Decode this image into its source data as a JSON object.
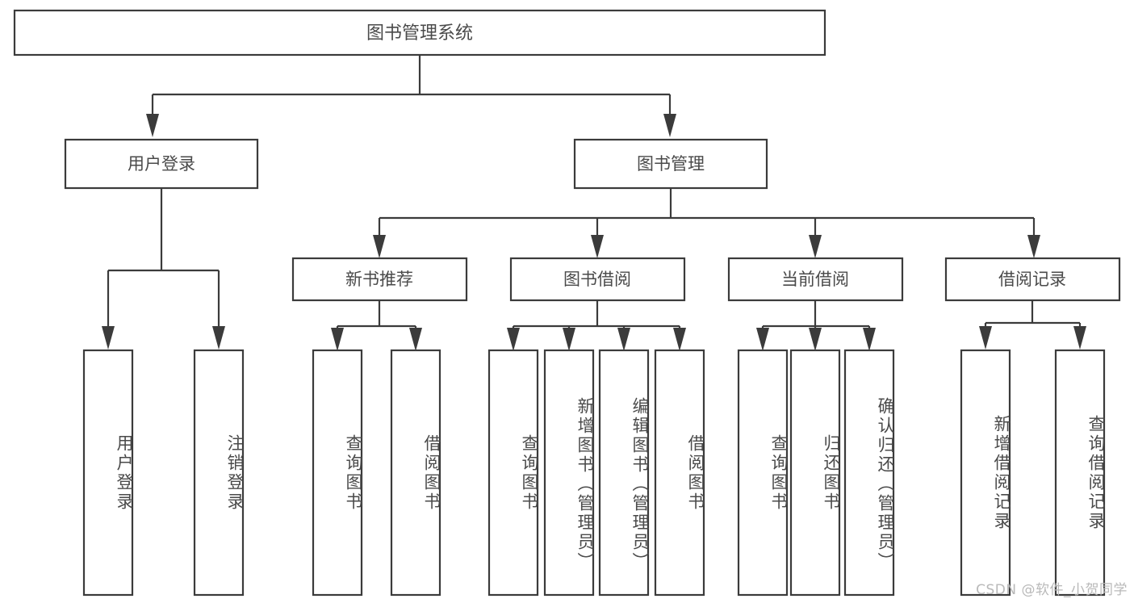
{
  "diagram": {
    "type": "tree-hierarchy-chart",
    "title": "图书管理系统",
    "orientation": "top-down",
    "colors": {
      "stroke": "#3b3b3b",
      "box_fill": "#ffffff",
      "text": "#4a4a4a",
      "background": "#ffffff",
      "watermark": "#b9b9b9"
    },
    "root": {
      "label": "图书管理系统"
    },
    "level2": [
      {
        "id": "user-login",
        "label": "用户登录"
      },
      {
        "id": "book-manage",
        "label": "图书管理"
      }
    ],
    "level3": [
      {
        "id": "new-book-recommend",
        "label": "新书推荐",
        "parent": "book-manage"
      },
      {
        "id": "book-borrow",
        "label": "图书借阅",
        "parent": "book-manage"
      },
      {
        "id": "current-borrow",
        "label": "当前借阅",
        "parent": "book-manage"
      },
      {
        "id": "borrow-record",
        "label": "借阅记录",
        "parent": "book-manage"
      }
    ],
    "leaves": {
      "user-login": [
        {
          "id": "leaf-user-login",
          "label": "用户登录"
        },
        {
          "id": "leaf-user-logout",
          "label": "注销登录"
        }
      ],
      "new-book-recommend": [
        {
          "id": "leaf-query-book-1",
          "label": "查询图书"
        },
        {
          "id": "leaf-borrow-book-1",
          "label": "借阅图书"
        }
      ],
      "book-borrow": [
        {
          "id": "leaf-query-book-2",
          "label": "查询图书"
        },
        {
          "id": "leaf-add-book",
          "label": "新增图书（管理员）"
        },
        {
          "id": "leaf-edit-book",
          "label": "编辑图书（管理员）"
        },
        {
          "id": "leaf-borrow-book-2",
          "label": "借阅图书"
        }
      ],
      "current-borrow": [
        {
          "id": "leaf-query-book-3",
          "label": "查询图书"
        },
        {
          "id": "leaf-return-book",
          "label": "归还图书"
        },
        {
          "id": "leaf-confirm-return",
          "label": "确认归还（管理员）"
        }
      ],
      "borrow-record": [
        {
          "id": "leaf-add-record",
          "label": "新增借阅记录"
        },
        {
          "id": "leaf-query-record",
          "label": "查询借阅记录"
        }
      ]
    }
  },
  "watermark": {
    "text": "CSDN @软件_小贺同学"
  }
}
